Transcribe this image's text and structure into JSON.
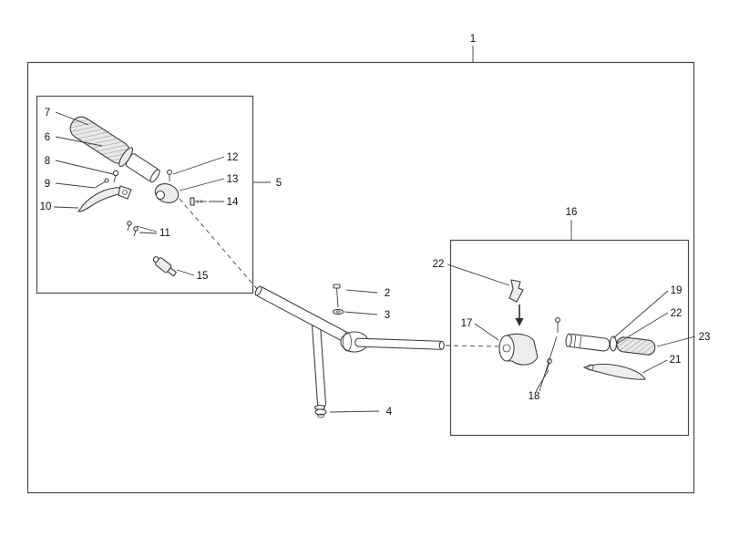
{
  "figure": {
    "callouts": {
      "n1": "1",
      "n2": "2",
      "n3": "3",
      "n4": "4",
      "n5": "5",
      "n6": "6",
      "n7": "7",
      "n8": "8",
      "n9": "9",
      "n10": "10",
      "n11": "11",
      "n12": "12",
      "n13": "13",
      "n14": "14",
      "n15": "15",
      "n16": "16",
      "n17": "17",
      "n18": "18",
      "n19": "19",
      "n21": "21",
      "n22a": "22",
      "n22b": "22",
      "n23": "23"
    }
  },
  "colors": {
    "line": "#3f3f3f",
    "label": "#111111",
    "background": "#ffffff"
  }
}
